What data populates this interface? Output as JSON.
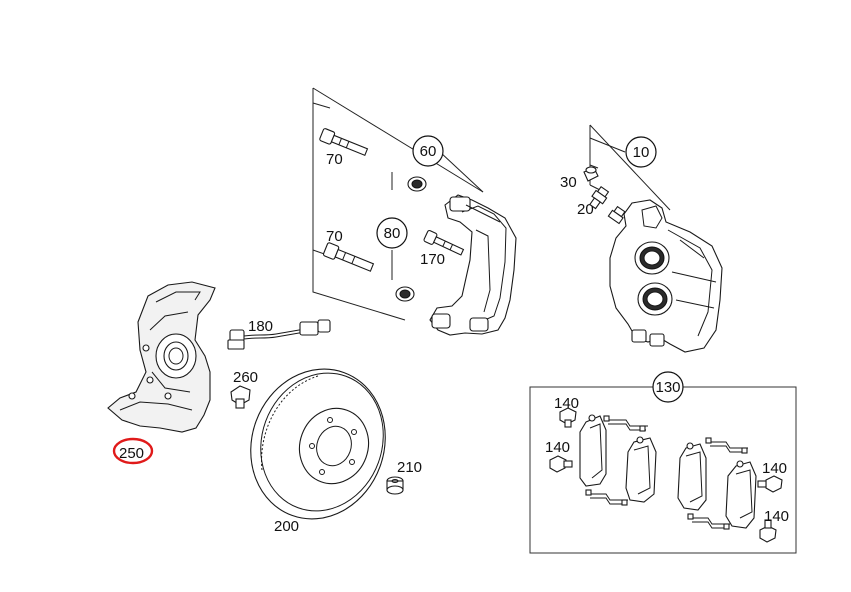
{
  "callouts": {
    "c10": "10",
    "c20": "20",
    "c30": "30",
    "c60": "60",
    "c70a": "70",
    "c70b": "70",
    "c80": "80",
    "c130": "130",
    "c140a": "140",
    "c140b": "140",
    "c140c": "140",
    "c140d": "140",
    "c170": "170",
    "c180": "180",
    "c200": "200",
    "c210": "210",
    "c250": "250",
    "c260": "260"
  },
  "highlight": {
    "part": "250",
    "color": "#e01a1a"
  }
}
